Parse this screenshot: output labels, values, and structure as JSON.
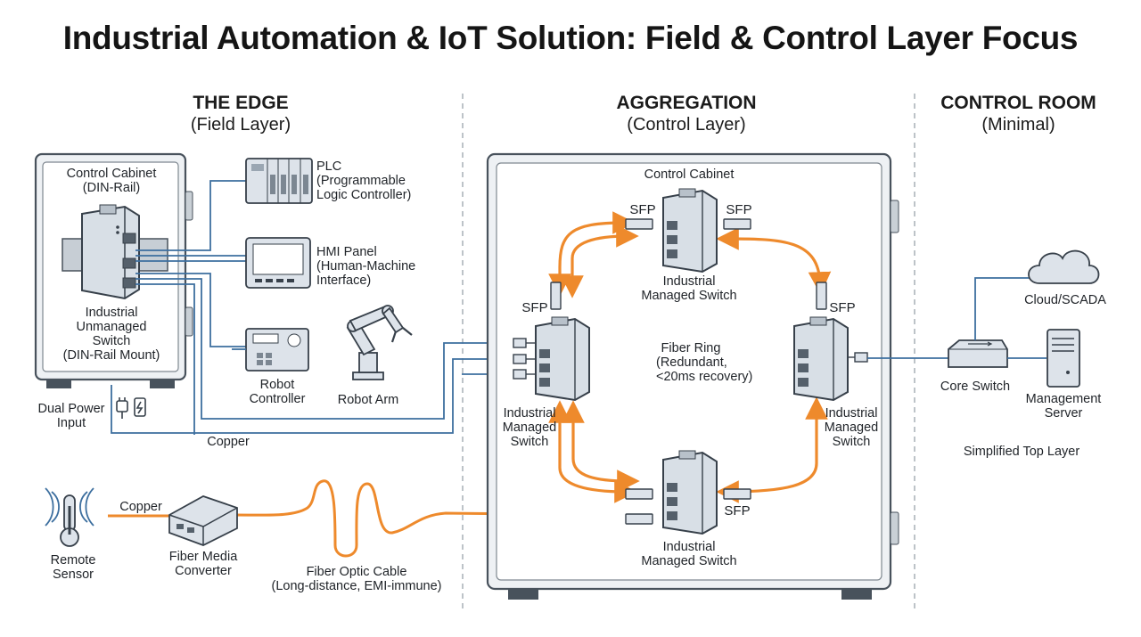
{
  "title": "Industrial Automation & IoT Solution: Field & Control Layer Focus",
  "sections": {
    "edge": {
      "title": "THE EDGE",
      "subtitle": "(Field Layer)"
    },
    "aggregation": {
      "title": "AGGREGATION",
      "subtitle": "(Control Layer)"
    },
    "control_room": {
      "title": "CONTROL ROOM",
      "subtitle": "(Minimal)"
    }
  },
  "edge": {
    "cabinet_label_1": "Control Cabinet",
    "cabinet_label_2": "(DIN-Rail)",
    "switch_label_1": "Industrial",
    "switch_label_2": "Unmanaged",
    "switch_label_3": "Switch",
    "switch_label_4": "(DIN-Rail Mount)",
    "plc_1": "PLC",
    "plc_2": "(Programmable",
    "plc_3": "Logic Controller)",
    "hmi_1": "HMI Panel",
    "hmi_2": "(Human-Machine",
    "hmi_3": "Interface)",
    "robot_controller_1": "Robot",
    "robot_controller_2": "Controller",
    "robot_arm": "Robot Arm",
    "power_1": "Dual Power",
    "power_2": "Input",
    "copper_top": "Copper",
    "copper_bottom": "Copper",
    "sensor_1": "Remote",
    "sensor_2": "Sensor",
    "converter_1": "Fiber Media",
    "converter_2": "Converter",
    "fiber_1": "Fiber Optic Cable",
    "fiber_2": "(Long-distance, EMI-immune)"
  },
  "aggregation": {
    "cabinet_label": "Control Cabinet",
    "sfp": "SFP",
    "top_switch_1": "Industrial",
    "top_switch_2": "Managed Switch",
    "left_switch_1": "Industrial",
    "left_switch_2": "Managed",
    "left_switch_3": "Switch",
    "right_switch_1": "Industrial",
    "right_switch_2": "Managed",
    "right_switch_3": "Switch",
    "bottom_switch_1": "Industrial",
    "bottom_switch_2": "Managed Switch",
    "ring_1": "Fiber Ring",
    "ring_2": "(Redundant,",
    "ring_3": "<20ms recovery)"
  },
  "control_room": {
    "cloud": "Cloud/SCADA",
    "core_switch": "Core Switch",
    "server_1": "Management",
    "server_2": "Server",
    "note": "Simplified Top Layer"
  },
  "colors": {
    "copper_line": "#3d6f9f",
    "fiber_line": "#ee8a2c",
    "device_fill": "#dde3ea",
    "device_stroke": "#37404a"
  }
}
